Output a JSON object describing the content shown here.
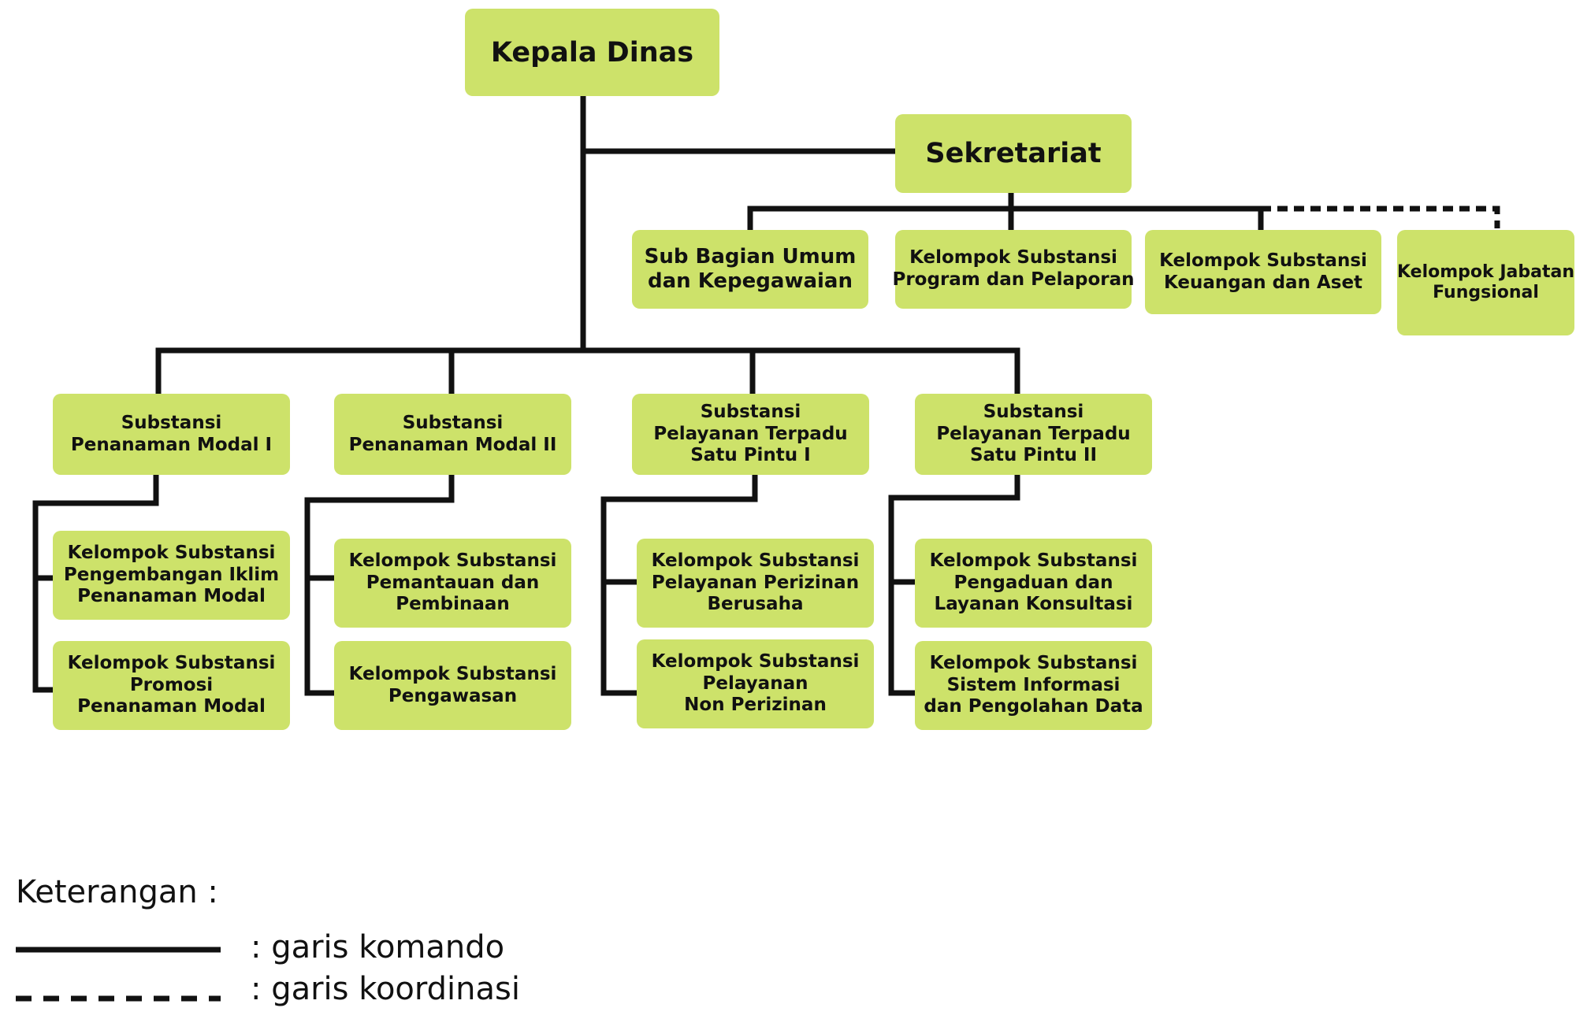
{
  "nodes": {
    "kepala_dinas": [
      "Kepala Dinas"
    ],
    "sekretariat": [
      "Sekretariat"
    ],
    "sub_bagian_umum": [
      "Sub Bagian Umum",
      "dan Kepegawaian"
    ],
    "kel_program": [
      "Kelompok Substansi",
      "Program dan Pelaporan"
    ],
    "kel_keuangan": [
      "Kelompok Substansi",
      "Keuangan dan Aset"
    ],
    "kel_jabatan": [
      "Kelompok Jabatan",
      "Fungsional"
    ],
    "sub_pm1": [
      "Substansi",
      "Penanaman Modal I"
    ],
    "sub_pm2": [
      "Substansi",
      "Penanaman Modal II"
    ],
    "sub_ptsp1": [
      "Substansi",
      "Pelayanan Terpadu",
      "Satu Pintu I"
    ],
    "sub_ptsp2": [
      "Substansi",
      "Pelayanan Terpadu",
      "Satu Pintu II"
    ],
    "kel_iklim": [
      "Kelompok Substansi",
      "Pengembangan Iklim",
      "Penanaman Modal"
    ],
    "kel_promosi": [
      "Kelompok Substansi",
      "Promosi",
      "Penanaman Modal"
    ],
    "kel_pemantauan": [
      "Kelompok Substansi",
      "Pemantauan dan",
      "Pembinaan"
    ],
    "kel_pengawasan": [
      "Kelompok Substansi",
      "Pengawasan"
    ],
    "kel_perizinan": [
      "Kelompok Substansi",
      "Pelayanan Perizinan",
      "Berusaha"
    ],
    "kel_non_perizinan": [
      "Kelompok Substansi",
      "Pelayanan",
      "Non Perizinan"
    ],
    "kel_pengaduan": [
      "Kelompok Substansi",
      "Pengaduan dan",
      "Layanan Konsultasi"
    ],
    "kel_sistem_info": [
      "Kelompok Substansi",
      "Sistem Informasi",
      "dan Pengolahan Data"
    ]
  },
  "legend": {
    "title": "Keterangan :",
    "command_line_label": ": garis komando",
    "coordination_line_label": ": garis koordinasi"
  },
  "colors": {
    "box_fill": "#cde26a",
    "line": "#111111",
    "text": "#111111"
  }
}
